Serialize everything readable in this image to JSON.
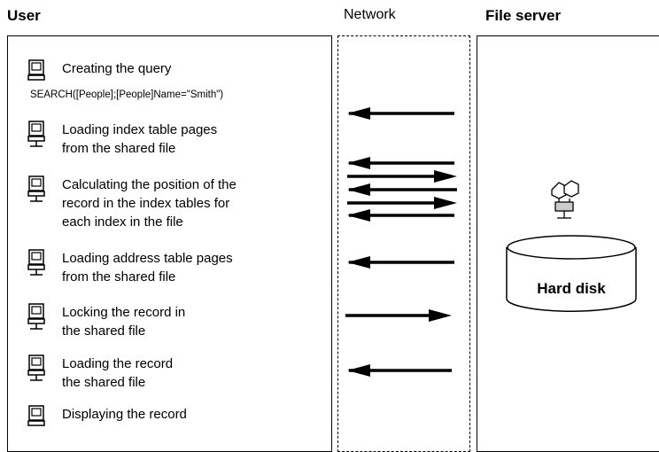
{
  "headers": {
    "user": "User",
    "network": "Network",
    "file_server": "File server"
  },
  "query_text": "SEARCH([People];[People]Name=\"Smith\")",
  "steps": [
    {
      "icon": "computer-icon",
      "lines": "Creating the query"
    },
    {
      "icon": "networked-computer-icon",
      "lines": "Loading index table pages\nfrom the shared file"
    },
    {
      "icon": "networked-computer-icon",
      "lines": "Calculating the position of the\nrecord in the index tables for\neach index in the file"
    },
    {
      "icon": "networked-computer-icon",
      "lines": "Loading address table pages\nfrom the shared file"
    },
    {
      "icon": "networked-computer-icon",
      "lines": "Locking the record in\nthe shared file"
    },
    {
      "icon": "networked-computer-icon",
      "lines": "Loading the record\nthe shared file"
    },
    {
      "icon": "computer-icon",
      "lines": "Displaying the record"
    }
  ],
  "arrows": [
    {
      "direction": "left"
    },
    {
      "direction": "left"
    },
    {
      "direction": "right"
    },
    {
      "direction": "left"
    },
    {
      "direction": "right"
    },
    {
      "direction": "left"
    },
    {
      "direction": "left"
    },
    {
      "direction": "right"
    },
    {
      "direction": "left"
    }
  ],
  "server": {
    "disk_label": "Hard disk",
    "icon": "file-server-icon"
  }
}
